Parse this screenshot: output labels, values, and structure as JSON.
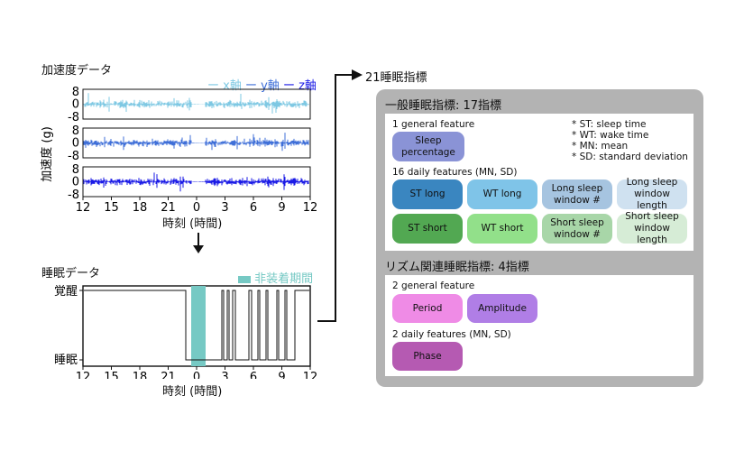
{
  "left": {
    "accel_title": "加速度データ",
    "legend": [
      {
        "label": "ー x軸",
        "color": "#7ec8e3"
      },
      {
        "label": "ー y軸",
        "color": "#3f6fd8"
      },
      {
        "label": "ー z軸",
        "color": "#1a1ae6"
      }
    ],
    "accel_ylabel": "加速度 (g)",
    "accel_yticks": [
      "8",
      "0",
      "-8"
    ],
    "xticks": [
      "12",
      "15",
      "18",
      "21",
      "0",
      "3",
      "6",
      "9",
      "12"
    ],
    "xlabel": "時刻 (時間)",
    "sleep_title": "睡眠データ",
    "nonwear_legend": "非装着期間",
    "nonwear_color": "#76c9c4",
    "wake_label": "覚醒",
    "sleep_label": "睡眠"
  },
  "right": {
    "title": "21睡眠指標",
    "general": {
      "header": "一般睡眠指標: 17指標",
      "gen_feature": "1 general feature",
      "sleep_pct": "Sleep percentage",
      "notes": [
        "* ST: sleep time",
        "* WT: wake time",
        "* MN: mean",
        "* SD: standard deviation"
      ],
      "daily_feature": "16 daily features (MN, SD)",
      "long": [
        "ST long",
        "WT long",
        "Long sleep window #",
        "Long sleep window length"
      ],
      "short": [
        "ST short",
        "WT short",
        "Short sleep window #",
        "Short sleep window length"
      ]
    },
    "rhythm": {
      "header": "リズム関連睡眠指標: 4指標",
      "gen_feature": "2 general feature",
      "period": "Period",
      "amplitude": "Amplitude",
      "daily_feature": "2 daily features (MN, SD)",
      "phase": "Phase"
    }
  },
  "colors": {
    "sleep_pct": "#8a93d6",
    "st_long": "#3a86c0",
    "wt_long": "#7fc4e8",
    "long_win_n": "#a6c4e0",
    "long_win_len": "#cfe1f0",
    "st_short": "#52a852",
    "wt_short": "#92e08a",
    "short_win_n": "#a8d6a8",
    "short_win_len": "#d6ecd6",
    "period": "#ef8be6",
    "amplitude": "#b07ee6",
    "phase": "#b55ab2"
  }
}
